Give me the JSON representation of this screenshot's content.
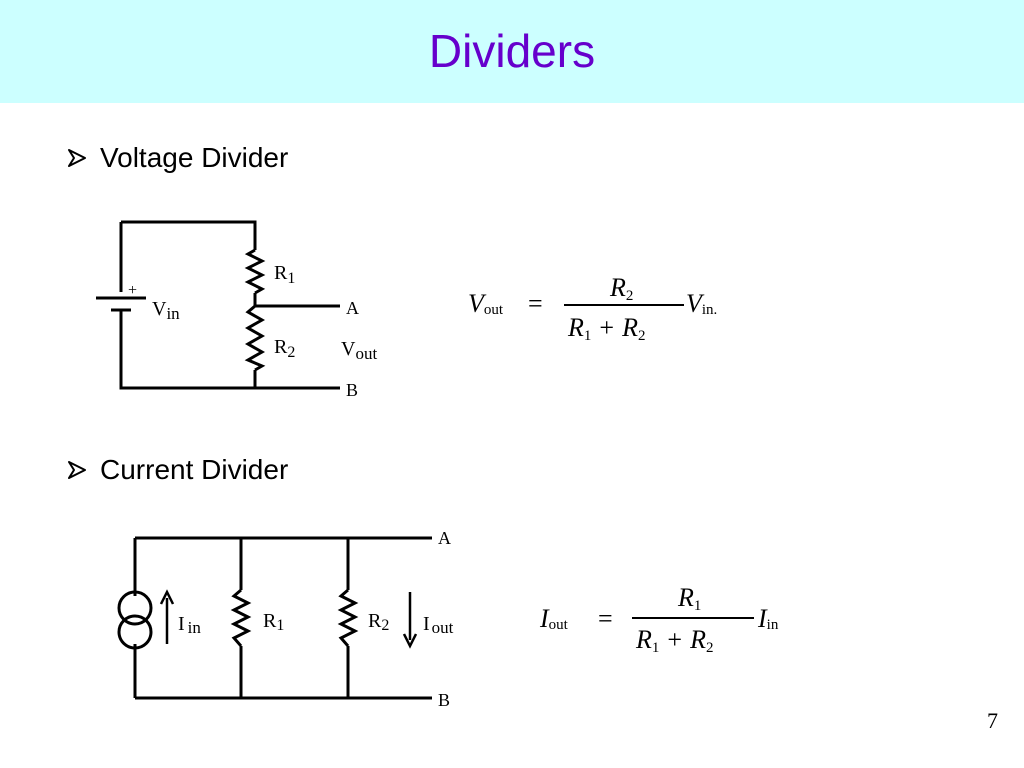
{
  "slide": {
    "title": "Dividers",
    "page_number": "7"
  },
  "bullets": [
    {
      "label": "Voltage Divider"
    },
    {
      "label": "Current Divider"
    }
  ],
  "voltage_circuit": {
    "source_plus": "+",
    "source_label": "V",
    "source_sub": "in",
    "r1": "R",
    "r1_sub": "1",
    "r2": "R",
    "r2_sub": "2",
    "node_a": "A",
    "node_b": "B",
    "out_label": "V",
    "out_sub": "out"
  },
  "voltage_formula": {
    "lhs": "V",
    "lhs_sub": "out",
    "eq": "=",
    "num": "R",
    "num_sub": "2",
    "den_a": "R",
    "den_a_sub": "1",
    "plus": "+",
    "den_b": "R",
    "den_b_sub": "2",
    "rhs": "V",
    "rhs_sub": "in."
  },
  "current_circuit": {
    "source_label": "I",
    "source_sub": "in",
    "r1": "R",
    "r1_sub": "1",
    "r2": "R",
    "r2_sub": "2",
    "out_label": "I",
    "out_sub": "out",
    "node_a": "A",
    "node_b": "B"
  },
  "current_formula": {
    "lhs": "I",
    "lhs_sub": "out",
    "eq": "=",
    "num": "R",
    "num_sub": "1",
    "den_a": "R",
    "den_a_sub": "1",
    "plus": "+",
    "den_b": "R",
    "den_b_sub": "2",
    "rhs": "I",
    "rhs_sub": "in"
  },
  "colors": {
    "title_bar": "#ccffff",
    "title_text": "#6600cc"
  }
}
